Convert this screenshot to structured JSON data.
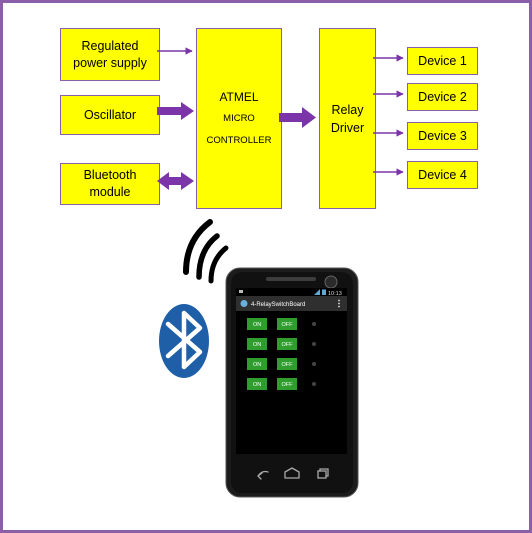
{
  "diagram": {
    "blocks": {
      "power_line1": "Regulated",
      "power_line2": "power supply",
      "oscillator": "Oscillator",
      "bluetooth_line1": "Bluetooth",
      "bluetooth_line2": "module",
      "mcu_line1": "ATMEL",
      "mcu_line2": "MICRO",
      "mcu_line3": "CONTROLLER",
      "relay_line1": "Relay",
      "relay_line2": "Driver",
      "devices": [
        "Device 1",
        "Device 2",
        "Device 3",
        "Device 4"
      ]
    },
    "colors": {
      "block_fill": "#ffff00",
      "block_border": "#8b5fa8",
      "arrow": "#7b35a8",
      "bluetooth_blue": "#1f5fa8"
    }
  },
  "phone": {
    "app_title": "4-RelaySwitchBoard",
    "status_time": "10:13",
    "rows": [
      {
        "on": "ON",
        "off": "OFF"
      },
      {
        "on": "ON",
        "off": "OFF"
      },
      {
        "on": "ON",
        "off": "OFF"
      },
      {
        "on": "ON",
        "off": "OFF"
      }
    ],
    "icons": {
      "signal": "wifi-signal-icon",
      "bluetooth": "bluetooth-icon",
      "back": "back-nav-icon",
      "home": "home-nav-icon",
      "recent": "recent-apps-icon"
    }
  }
}
